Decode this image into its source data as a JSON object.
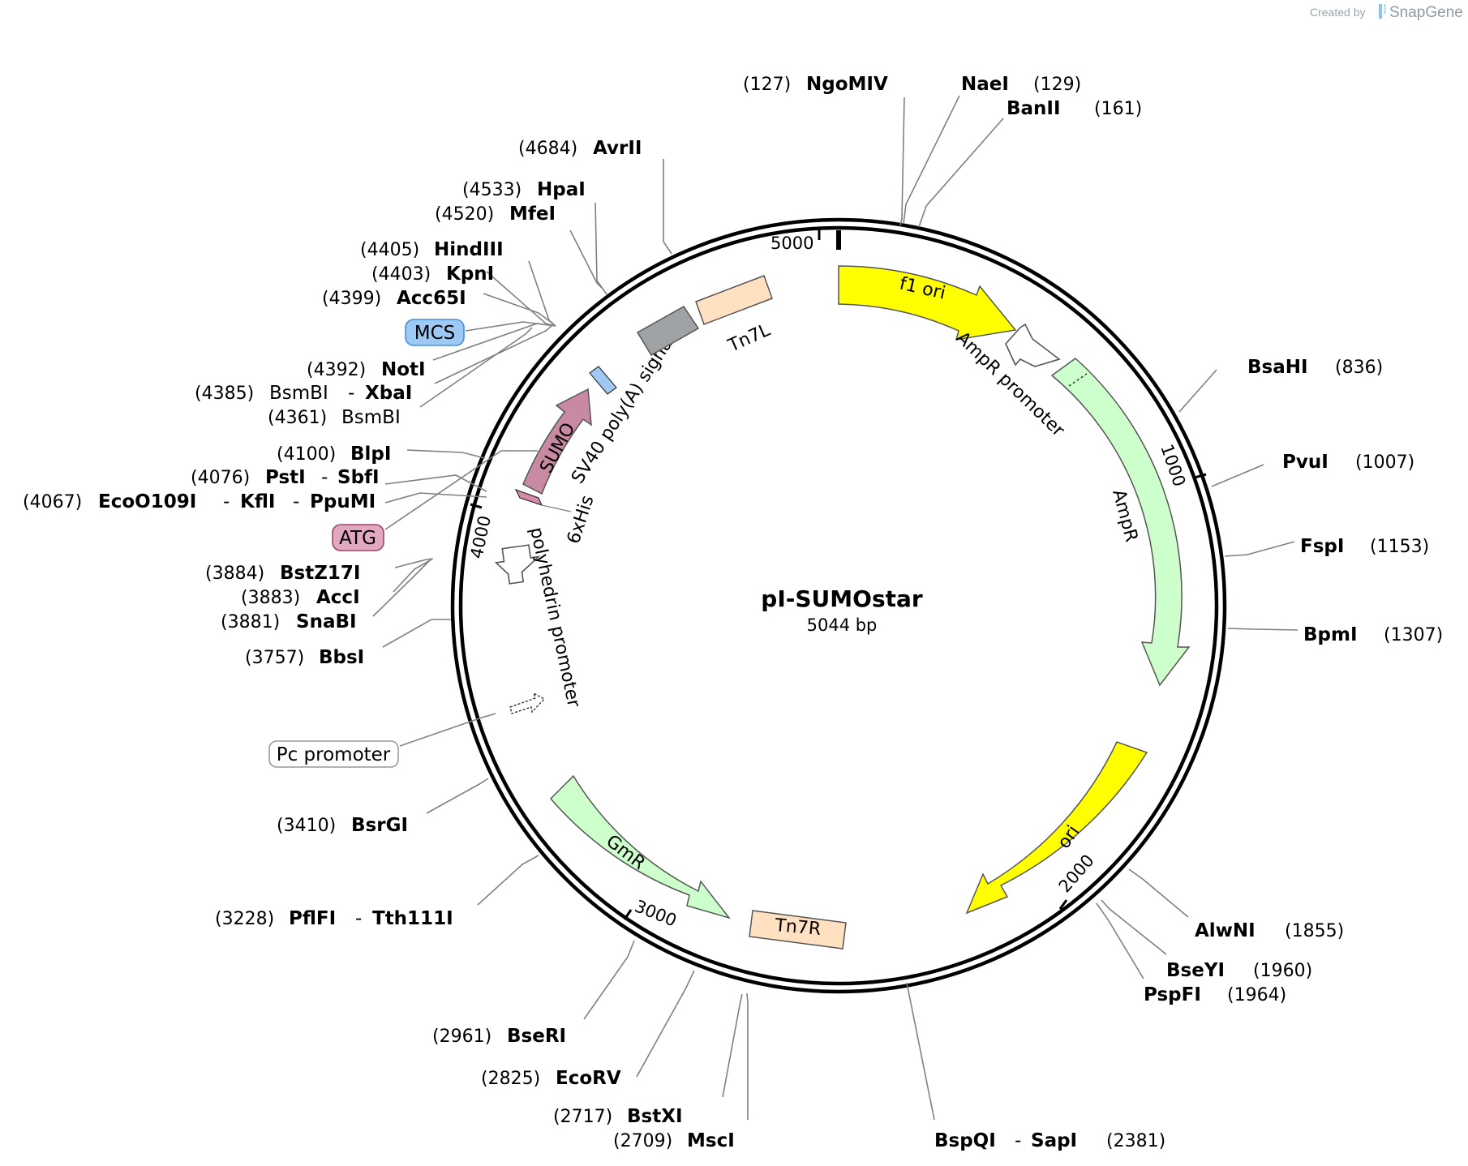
{
  "credit": {
    "prefix": "Created by",
    "brand": "SnapGene"
  },
  "plasmid": {
    "name": "pI-SUMOstar",
    "size": "5044 bp"
  },
  "ruler": [
    "5000",
    "1000",
    "2000",
    "3000",
    "4000"
  ],
  "features": {
    "f1_ori": "f1 ori",
    "ampr_promoter": "AmpR promoter",
    "ampr": "AmpR",
    "ori": "ori",
    "tn7r": "Tn7R",
    "gmr": "GmR",
    "polyhedrin_promoter": "polyhedrin promoter",
    "sixhis": "6xHis",
    "sumo": "SUMO",
    "sv40": "SV40 poly(A) signal",
    "tn7l": "Tn7L",
    "mcs": "MCS",
    "atg": "ATG",
    "pc_promoter": "Pc promoter"
  },
  "sites": {
    "ngomiv": {
      "pos": "(127)",
      "name": "NgoMIV"
    },
    "naei": {
      "pos": "(129)",
      "name": "NaeI"
    },
    "banii": {
      "pos": "(161)",
      "name": "BanII"
    },
    "bsahi": {
      "pos": "(836)",
      "name": "BsaHI"
    },
    "pvui": {
      "pos": "(1007)",
      "name": "PvuI"
    },
    "fspi": {
      "pos": "(1153)",
      "name": "FspI"
    },
    "bpmi": {
      "pos": "(1307)",
      "name": "BpmI"
    },
    "alwni": {
      "pos": "(1855)",
      "name": "AlwNI"
    },
    "bseyi": {
      "pos": "(1960)",
      "name": "BseYI"
    },
    "pspfi": {
      "pos": "(1964)",
      "name": "PspFI"
    },
    "bspqi": {
      "pos": "(2381)",
      "name1": "BspQI",
      "sep": "-",
      "name2": "SapI"
    },
    "mscI": {
      "pos": "(2709)",
      "name": "MscI"
    },
    "bstxi": {
      "pos": "(2717)",
      "name": "BstXI"
    },
    "ecorv": {
      "pos": "(2825)",
      "name": "EcoRV"
    },
    "bseri": {
      "pos": "(2961)",
      "name": "BseRI"
    },
    "pflfi": {
      "pos": "(3228)",
      "name1": "PflFI",
      "sep": "-",
      "name2": "Tth111I"
    },
    "bsrgi": {
      "pos": "(3410)",
      "name": "BsrGI"
    },
    "bbsi": {
      "pos": "(3757)",
      "name": "BbsI"
    },
    "snabi": {
      "pos": "(3881)",
      "name": "SnaBI"
    },
    "acci": {
      "pos": "(3883)",
      "name": "AccI"
    },
    "bstz17i": {
      "pos": "(3884)",
      "name": "BstZ17I"
    },
    "eco": {
      "pos": "(4067)",
      "name1": "EcoO109I",
      "sep1": "-",
      "name2": "KflI",
      "sep2": "-",
      "name3": "PpuMI"
    },
    "psti": {
      "pos": "(4076)",
      "name1": "PstI",
      "sep": "-",
      "name2": "SbfI"
    },
    "blpi": {
      "pos": "(4100)",
      "name": "BlpI"
    },
    "bsmbi1": {
      "pos": "(4361)",
      "name": "BsmBI"
    },
    "bsmbi2": {
      "pos": "(4385)",
      "name1": "BsmBI",
      "sep": "-",
      "name2": "XbaI"
    },
    "noti": {
      "pos": "(4392)",
      "name": "NotI"
    },
    "acc65i": {
      "pos": "(4399)",
      "name": "Acc65I"
    },
    "kpni": {
      "pos": "(4403)",
      "name": "KpnI"
    },
    "hindiii": {
      "pos": "(4405)",
      "name": "HindIII"
    },
    "mfei": {
      "pos": "(4520)",
      "name": "MfeI"
    },
    "hpai": {
      "pos": "(4533)",
      "name": "HpaI"
    },
    "avrii": {
      "pos": "(4684)",
      "name": "AvrII"
    }
  },
  "colors": {
    "f1_ori": "#ffff00",
    "ori": "#ffff00",
    "ampr": "#ccffcc",
    "gmr": "#ccffcc",
    "tn7": "#ffe0c0",
    "sumo": "#c88aa2",
    "mcs": "#9ec9f5",
    "atg": "#e2a8bf",
    "terminator": "#a0a3a6"
  }
}
